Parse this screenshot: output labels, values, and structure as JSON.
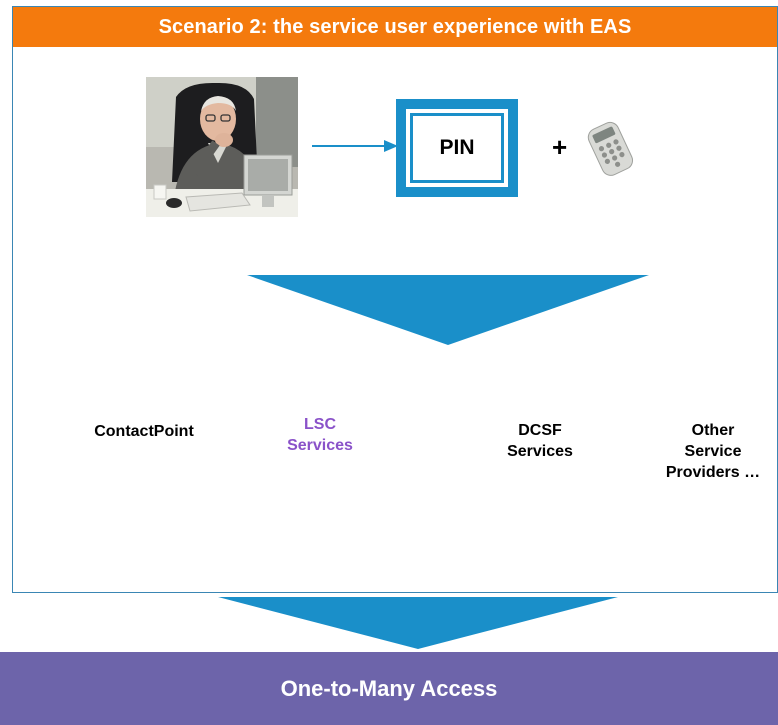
{
  "scenario": {
    "title": "Scenario 2: the service user experience with EAS"
  },
  "credentials": {
    "pin_label": "PIN",
    "plus_symbol": "+",
    "device_icon": "pin-keypad-device-icon",
    "user_image": "elderly-man-at-computer-photo"
  },
  "services": [
    {
      "lines": [
        "ContactPoint"
      ]
    },
    {
      "lines": [
        "LSC",
        "Services"
      ]
    },
    {
      "lines": [
        "DCSF",
        "Services"
      ]
    },
    {
      "lines": [
        "Other",
        "Service",
        "Providers …"
      ]
    }
  ],
  "access_banner": {
    "label": "One-to-Many Access"
  },
  "colors": {
    "banner_orange": "#f47a0d",
    "frame_blue": "#3a86b4",
    "pin_blue": "#1a8fc9",
    "chevron_blue": "#1a8fc9",
    "lsc_purple": "#8a52c9",
    "access_purple": "#6d64aa"
  }
}
